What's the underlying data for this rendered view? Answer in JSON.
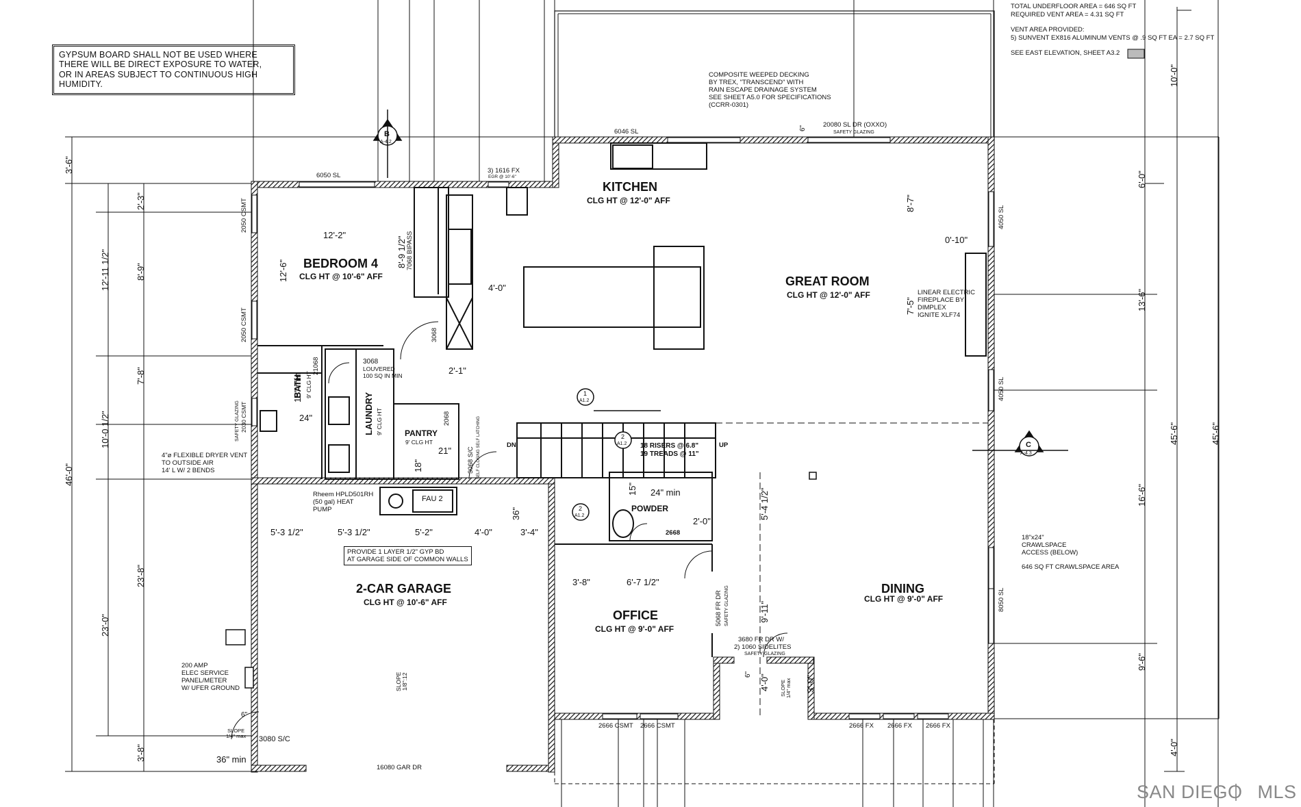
{
  "notes": {
    "gypsum": [
      "GYPSUM BOARD SHALL NOT BE USED WHERE",
      "THERE WILL BE DIRECT EXPOSURE TO WATER,",
      "OR IN AREAS SUBJECT TO CONTINUOUS HIGH",
      "HUMIDITY."
    ],
    "vent": {
      "total_underfloor": "TOTAL UNDERFLOOR AREA = 646 SQ FT",
      "required_vent": "REQUIRED VENT AREA = 4.31 SQ FT",
      "vent_provided": "VENT AREA PROVIDED:",
      "vents": "5) SUNVENT EX816 ALUMINUM VENTS @ .9 SQ FT EA = 2.7 SQ FT",
      "see_east": "SEE EAST ELEVATION, SHEET A3.2"
    },
    "decking": [
      "COMPOSITE WEEPED DECKING",
      "BY TREX, \"TRANSCEND\" WITH",
      "RAIN ESCAPE DRAINAGE SYSTEM",
      "SEE SHEET A5.0 FOR SPECIFICATIONS",
      "(CCRR-0301)"
    ],
    "fireplace": [
      "LINEAR ELECTRIC",
      "FIREPLACE BY",
      "DIMPLEX",
      "IGNITE XLF74"
    ],
    "crawlspace": [
      "18\"x24\"",
      "CRAWLSPACE",
      "ACCESS (BELOW)"
    ],
    "crawlspace_area": "646 SQ FT CRAWLSPACE AREA",
    "dryer": [
      "4\"ø FLEXIBLE DRYER VENT",
      "TO OUTSIDE AIR",
      "14' L W/ 2 BENDS"
    ],
    "heat_pump": [
      "Rheem HPLD501RH",
      "(50 gal) HEAT",
      "PUMP"
    ],
    "fau": "FAU 2",
    "gyp_garage": [
      "PROVIDE 1 LAYER 1/2\" GYP BD",
      "AT GARAGE SIDE OF COMMON WALLS"
    ],
    "elec": [
      "200 AMP",
      "ELEC SERVICE",
      "PANEL/METER",
      "W/ UFER GROUND"
    ],
    "stairs": [
      "18 RISERS @ 6.8\"",
      "19 TREADS @ 11\""
    ],
    "up": "UP",
    "dn": "DN",
    "louvered": [
      "3068",
      "LOUVERED",
      "100 SQ IN MIN"
    ],
    "slope_garage": [
      "SLOPE",
      "1/8\":12"
    ],
    "slope_1": [
      "SLOPE",
      "1/4\" max"
    ],
    "slope_2": [
      "SLOPE",
      "1/4\" max"
    ]
  },
  "rooms": {
    "kitchen": {
      "name": "KITCHEN",
      "clg": "CLG HT @ 12'-0\" AFF"
    },
    "great_room": {
      "name": "GREAT ROOM",
      "clg": "CLG HT @ 12'-0\" AFF"
    },
    "bedroom4": {
      "name": "BEDROOM 4",
      "clg": "CLG HT @ 10'-6\" AFF"
    },
    "garage": {
      "name": "2-CAR GARAGE",
      "clg": "CLG HT @ 10'-6\" AFF"
    },
    "office": {
      "name": "OFFICE",
      "clg": "CLG HT @ 9'-0\" AFF"
    },
    "dining": {
      "name": "DINING",
      "clg": "CLG HT @ 9'-0\" AFF"
    },
    "bath": {
      "name": "BATH",
      "clg": "9' CLG HT"
    },
    "laundry": {
      "name": "LAUNDRY",
      "clg": "9' CLG HT"
    },
    "pantry": {
      "name": "PANTRY",
      "clg": "9' CLG HT"
    },
    "powder": {
      "name": "POWDER"
    }
  },
  "openings": {
    "w6050": "6050 SL",
    "w6046": "6046 SL",
    "w1616": "3) 1616 FX",
    "w1616_sub": "EGR @ 10'-6\"",
    "d20080": "20080 SL DR (OXXO)",
    "d20080_sub": "SAFETY GLAZING",
    "w2050a": "2050 CSMT",
    "w2050b": "2050 CSMT",
    "w2030": "2030 CSMT",
    "w2030_sub": "SAFETY GLAZING",
    "d7068": "7068 BIPASS",
    "d3068": "3068",
    "d21068": "21068",
    "d2068": "2068",
    "d3068sc": "3068 S/C",
    "d3068sc_sub": "SELF CLOSING SELF LATCHING",
    "d2668": "2668",
    "d5068": "5068 FR DR",
    "d5068_sub": "SAFETY GLAZING",
    "d3680": "3680 FR DR W/",
    "d3680b": "2) 1060 SIDELITES",
    "d3680_sub": "SAFETY GLAZING",
    "d3080": "3080 S/C",
    "d16080": "16080 GAR DR",
    "w2666a": "2666 CSMT",
    "w2666b": "2666 CSMT",
    "w2666fx1": "2666 FX",
    "w2666fx2": "2666 FX",
    "w2666fx3": "2666 FX",
    "w4050a": "4050 SL",
    "w4050b": "4050 SL",
    "w8050": "8050 SL"
  },
  "dims": {
    "d12_2": "12'-2\"",
    "d12_6": "12'-6\"",
    "d8_9_half": "8'-9 1/2\"",
    "d4_0": "4'-0\"",
    "d2_1": "2'-1\"",
    "d0_10": "0'-10\"",
    "d8_7": "8'-7\"",
    "d7_5": "7'-5\"",
    "g1": "5'-3 1/2\"",
    "g2": "5'-3 1/2\"",
    "g3": "5'-2\"",
    "g4": "4'-0\"",
    "g5": "3'-4\"",
    "d36min": "36\"",
    "d36min2": "36\" min",
    "d24min": "24\"",
    "d24min_b": "24\" min",
    "d15min": "15\"",
    "d15min_b": "15\" min",
    "d21": "21\"",
    "d18": "18\"",
    "d2_0": "2'-0\"",
    "d3_8a": "3'-8\"",
    "d6_7": "6'-7 1/2\"",
    "d5_4": "5'-4 1/2\"",
    "d9_11": "9'-11\"",
    "d4_0b": "4'-0\"",
    "d3_0": "3'-0\"",
    "d6_ext": "6\"",
    "d6_ext2": "6\"",
    "d6_ext3": "6\"",
    "left_1": "3'-6\"",
    "left_2": "46'-0\"",
    "left_3": "12'-11 1/2\"",
    "left_4": "10'-0 1/2\"",
    "left_5": "23'-0\"",
    "left_6": "2'-3\"",
    "left_7": "8'-9\"",
    "left_8": "7'-8\"",
    "left_9": "23'-8\"",
    "left_10": "3'-8\"",
    "right_1": "10'-0\"",
    "right_2": "6'-0\"",
    "right_3": "13'-6\"",
    "right_4": "16'-6\"",
    "right_5": "9'-6\"",
    "right_6": "45'-6\"",
    "right_7": "45'-6\"",
    "right_8": "4'-0\""
  },
  "markers": {
    "b": {
      "letter": "B",
      "ref": "A-4.2"
    },
    "c": {
      "letter": "C",
      "ref": "A-4.3"
    },
    "s1": {
      "num": "1",
      "ref": "A1.2"
    },
    "s2": {
      "num": "2",
      "ref": "A1.2"
    },
    "s3": {
      "num": "2",
      "ref": "A1.2"
    }
  },
  "logo": {
    "left": "SAN DIEGO",
    "right": "MLS"
  }
}
